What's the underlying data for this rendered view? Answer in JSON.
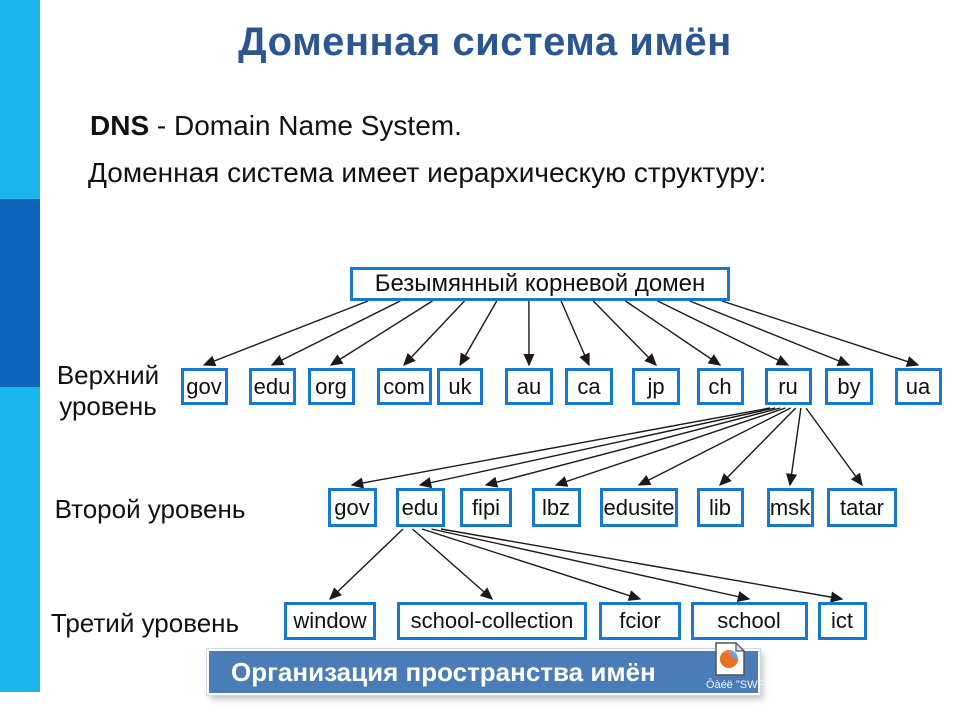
{
  "title": "Доменная система имён",
  "intro": {
    "term": "DNS",
    "term_rest": " - Domain Name System.",
    "line2": "Доменная система имеет иерархическую структуру:"
  },
  "tree": {
    "root_label": "Безымянный корневой домен",
    "levels": [
      {
        "label": "Верхний уровень",
        "nodes": [
          "gov",
          "edu",
          "org",
          "com",
          "uk",
          "au",
          "ca",
          "jp",
          "ch",
          "ru",
          "by",
          "ua"
        ],
        "parent": "root"
      },
      {
        "label": "Второй уровень",
        "nodes": [
          "gov",
          "edu",
          "fipi",
          "lbz",
          "edusite",
          "lib",
          "msk",
          "tatar"
        ],
        "parent": "ru"
      },
      {
        "label": "Третий уровень",
        "nodes": [
          "window",
          "school-collection",
          "fcior",
          "school",
          "ict"
        ],
        "parent": "edu"
      }
    ]
  },
  "banner": {
    "text": "Организация пространства имён",
    "icon": "swf-file-icon",
    "icon_caption": "Ôàéë \"SWF\""
  },
  "colors": {
    "title": "#2a5794",
    "node_border": "#1778d2",
    "bar_light": "#19b5eb",
    "bar_dark": "#0d66bd",
    "banner_fill": "#4a7cb8",
    "arrow": "#1a1a1a"
  }
}
